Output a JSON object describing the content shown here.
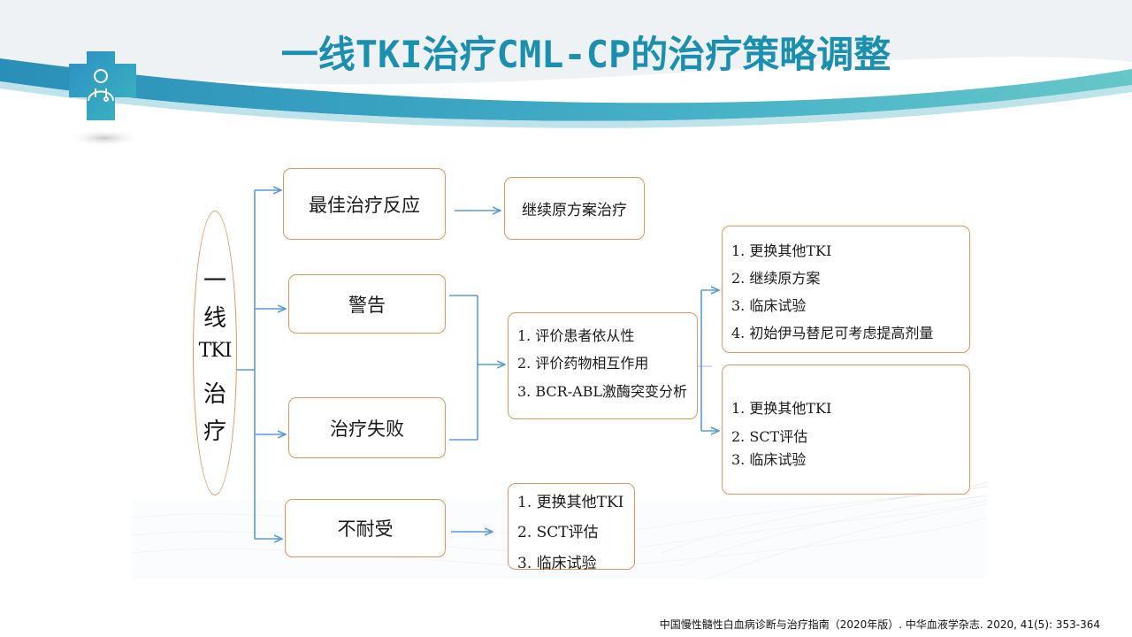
{
  "title": "一线TKI治疗CML-CP的治疗策略调整",
  "badge_icon": "doctor-icon",
  "root": {
    "chars": [
      "一",
      "线",
      "TKI",
      "治",
      "疗"
    ]
  },
  "branches": {
    "best": "最佳治疗反应",
    "warning": "警告",
    "failure": "治疗失败",
    "intolerance": "不耐受"
  },
  "continue_plan": "继续原方案治疗",
  "evaluate": [
    "1. 评价患者依从性",
    "2. 评价药物相互作用",
    "3. BCR-ABL激酶突变分析"
  ],
  "option_a": [
    "1. 更换其他TKI",
    "2. 继续原方案",
    "3. 临床试验",
    "4. 初始伊马替尼可考虑提高剂量"
  ],
  "option_b": [
    "1. 更换其他TKI",
    "2. SCT评估",
    "3. 临床试验"
  ],
  "intolerance_options": [
    "1. 更换其他TKI",
    "2. SCT评估",
    "3. 临床试验"
  ],
  "colors": {
    "box_border": "#e7935a",
    "connector": "#5b9bd5",
    "title": "#1a8fb0"
  },
  "footer": "中国慢性髓性白血病诊断与治疗指南（2020年版）. 中华血液学杂志. 2020, 41(5): 353-364"
}
